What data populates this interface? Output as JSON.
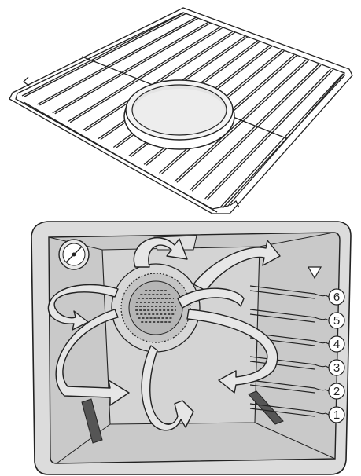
{
  "diagram": {
    "colors": {
      "stroke": "#222222",
      "oven_interior": "#c9c9c9",
      "oven_frame": "#dcdcdc",
      "fan_grille": "#b5b5b5",
      "arrow_fill": "#e6e6e6",
      "pan_fill": "#eeeeee"
    },
    "shelf_levels": [
      {
        "id": "level-6",
        "label": "6"
      },
      {
        "id": "level-5",
        "label": "5"
      },
      {
        "id": "level-4",
        "label": "4"
      },
      {
        "id": "level-3",
        "label": "3"
      },
      {
        "id": "level-2",
        "label": "2"
      },
      {
        "id": "level-1",
        "label": "1"
      }
    ],
    "icons": [
      "wire-rack-icon",
      "round-baking-pan-icon",
      "oven-cavity-icon",
      "convection-fan-icon",
      "oven-lamp-icon",
      "airflow-arrow-icon"
    ]
  }
}
